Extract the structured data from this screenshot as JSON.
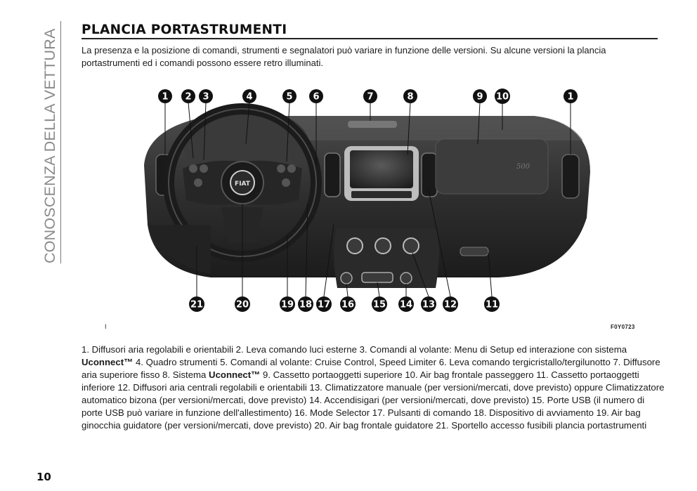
{
  "section_side_title": "CONOSCENZA DELLA VETTURA",
  "page_title": "PLANCIA PORTASTRUMENTI",
  "intro_text": "La presenza e la posizione di comandi, strumenti e segnalatori può variare in funzione delle versioni. Su alcune versioni la plancia portastrumenti ed i comandi possono essere retro illuminati.",
  "figure": {
    "code": "F0Y0723",
    "side_mark": "I",
    "top_callouts": [
      "1",
      "2",
      "3",
      "4",
      "5",
      "6",
      "7",
      "8",
      "9",
      "10",
      "1"
    ],
    "bottom_callouts": [
      "21",
      "20",
      "19",
      "18",
      "17",
      "16",
      "15",
      "14",
      "13",
      "12",
      "11"
    ],
    "logo": "FIAT",
    "dashboard_color": "#2b2b2b",
    "callout_color": "#111111"
  },
  "legend": {
    "items": [
      {
        "text": "1. Diffusori aria regolabili e orientabili "
      },
      {
        "text": "2. Leva comando luci esterne "
      },
      {
        "text": "3. Comandi al volante: Menu di Setup ed interazione con sistema "
      },
      {
        "bold": "Uconnect™"
      },
      {
        "text": " 4. Quadro strumenti "
      },
      {
        "text": "5. Comandi al volante: Cruise Control, Speed Limiter "
      },
      {
        "text": "6. Leva comando tergicristallo/tergilunotto "
      },
      {
        "text": "7. Diffusore aria superiore fisso "
      },
      {
        "text": "8. Sistema "
      },
      {
        "bold": "Uconnect™"
      },
      {
        "text": " 9. Cassetto portaoggetti superiore "
      },
      {
        "text": "10. Air bag frontale passeggero "
      },
      {
        "text": "11. Cassetto portaoggetti inferiore "
      },
      {
        "text": "12. Diffusori aria centrali regolabili e orientabili "
      },
      {
        "text": "13. Climatizzatore manuale (per versioni/mercati, dove previsto) oppure Climatizzatore automatico bizona (per versioni/mercati, dove previsto) "
      },
      {
        "text": "14. Accendisigari (per versioni/mercati, dove previsto) "
      },
      {
        "text": "15. Porte USB (il numero di porte USB può variare in funzione dell'allestimento) "
      },
      {
        "text": "16. Mode Selector "
      },
      {
        "text": "17. Pulsanti di comando "
      },
      {
        "text": "18. Dispositivo di avviamento "
      },
      {
        "text": "19. Air bag ginocchia guidatore (per versioni/mercati, dove previsto) "
      },
      {
        "text": "20. Air bag frontale guidatore "
      },
      {
        "text": "21. Sportello accesso fusibili plancia portastrumenti"
      }
    ]
  },
  "page_number": "10"
}
